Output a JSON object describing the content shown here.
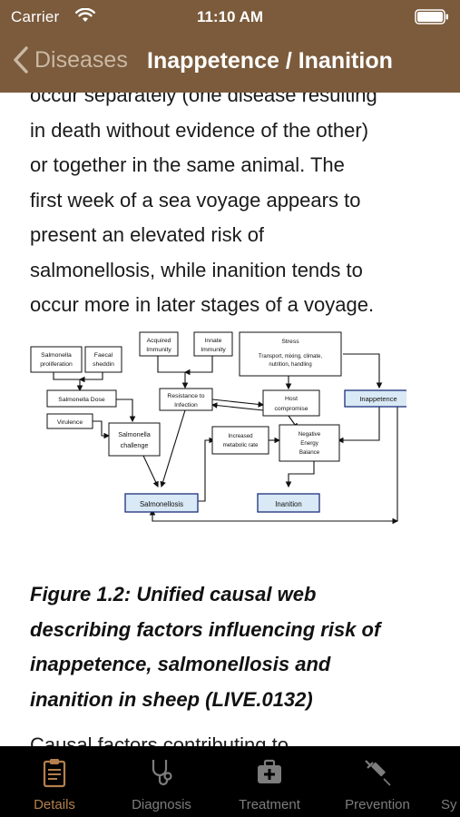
{
  "status_bar": {
    "carrier": "Carrier",
    "time": "11:10 AM"
  },
  "nav": {
    "back_label": "Diseases",
    "title": "Inappetence / Inanition"
  },
  "content": {
    "paragraph_lines": [
      "occur separately (one disease resulting",
      "in death without evidence of the other)",
      "or together in the same animal. The",
      "first week of a sea voyage appears to",
      "present an elevated risk of",
      "salmonellosis, while inanition tends to",
      "occur more in later stages of a voyage."
    ],
    "diagram": {
      "salmonella_proliferation": [
        "Salmonella",
        "proliferation"
      ],
      "faecal_shedding": [
        "Faecal",
        "sheddin"
      ],
      "acquired_immunity": [
        "Acquired",
        "Immunity"
      ],
      "innate_immunity": [
        "Innate",
        "Immunity"
      ],
      "stress_title": "Stress",
      "stress_detail": [
        "Transport, mixing, climate,",
        "nutrition, handling"
      ],
      "salmonella_dose": "Salmonella Dose",
      "resistance_to_infection": [
        "Resistance to",
        "Infection"
      ],
      "host_compromise": [
        "Host",
        "compromise"
      ],
      "inappetence": "Inappetence",
      "virulence": "Virulence",
      "salmonella_challenge": [
        "Salmonella",
        "challenge"
      ],
      "increased_metabolic_rate": [
        "Increased",
        "metabolic rate"
      ],
      "negative_energy_balance": [
        "Negative",
        "Energy",
        "Balance"
      ],
      "salmonellosis": "Salmonellosis",
      "inanition": "Inanition"
    },
    "caption_lines": [
      "Figure 1.2: Unified causal web",
      "describing factors influencing risk of",
      "inappetence, salmonellosis and",
      "inanition in sheep (LIVE.0132)"
    ],
    "paragraph2_line": "Causal factors contributing to"
  },
  "tabs": [
    {
      "label": "Details",
      "icon": "clipboard-icon",
      "active": true
    },
    {
      "label": "Diagnosis",
      "icon": "stethoscope-icon",
      "active": false
    },
    {
      "label": "Treatment",
      "icon": "medical-kit-icon",
      "active": false
    },
    {
      "label": "Prevention",
      "icon": "syringe-icon",
      "active": false
    },
    {
      "label": "Sy",
      "icon": "",
      "active": false
    }
  ],
  "colors": {
    "brand": "#7b5b3c",
    "active_tab": "#b5804c",
    "inactive_tab": "#7d7d7d",
    "highlight_box": "#d9e9f5"
  }
}
